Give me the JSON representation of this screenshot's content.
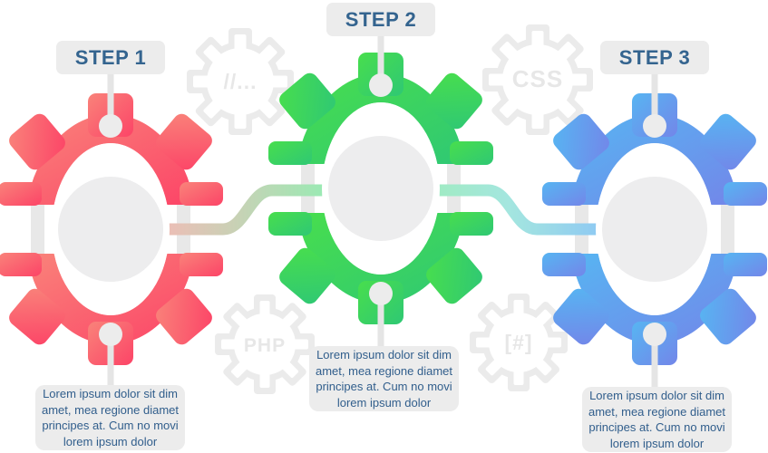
{
  "steps": [
    {
      "label": "STEP 1",
      "body_lines": [
        "Lorem ipsum dolor sit dim",
        "amet, mea regione diamet",
        "principes at. Cum no movi",
        "lorem ipsum dolor"
      ],
      "gear_color_start": "#F9837A",
      "gear_color_end": "#FC4467"
    },
    {
      "label": "STEP 2",
      "body_lines": [
        "Lorem ipsum dolor sit dim",
        "amet, mea regione diamet",
        "principes at. Cum no movi",
        "lorem ipsum dolor"
      ],
      "gear_color_start": "#48DE4D",
      "gear_color_end": "#2FC874"
    },
    {
      "label": "STEP 3",
      "body_lines": [
        "Lorem ipsum dolor sit dim",
        "amet, mea regione diamet",
        "principes at. Cum no movi",
        "lorem ipsum dolor"
      ],
      "gear_color_start": "#57B5F2",
      "gear_color_end": "#7386E9"
    }
  ],
  "background_gears": [
    {
      "label": "//..."
    },
    {
      "label": "CSS"
    },
    {
      "label": "PHP"
    },
    {
      "label": "[#]"
    }
  ],
  "colors": {
    "label_text": "#34648F",
    "body_text": "#315E8C",
    "box_background": "#ECECEC",
    "rail_gray": "#E8E8E8",
    "line_gray": "#E5E5E5",
    "dot_gray": "#ECECEC",
    "outline_gear_gray": "#EBEBEB",
    "connector_1_2_start": "#F0BCB6",
    "connector_1_2_end": "#9CE9B4",
    "connector_2_3_start": "#A0EBC3",
    "connector_2_3_end": "#8FCAF2"
  }
}
